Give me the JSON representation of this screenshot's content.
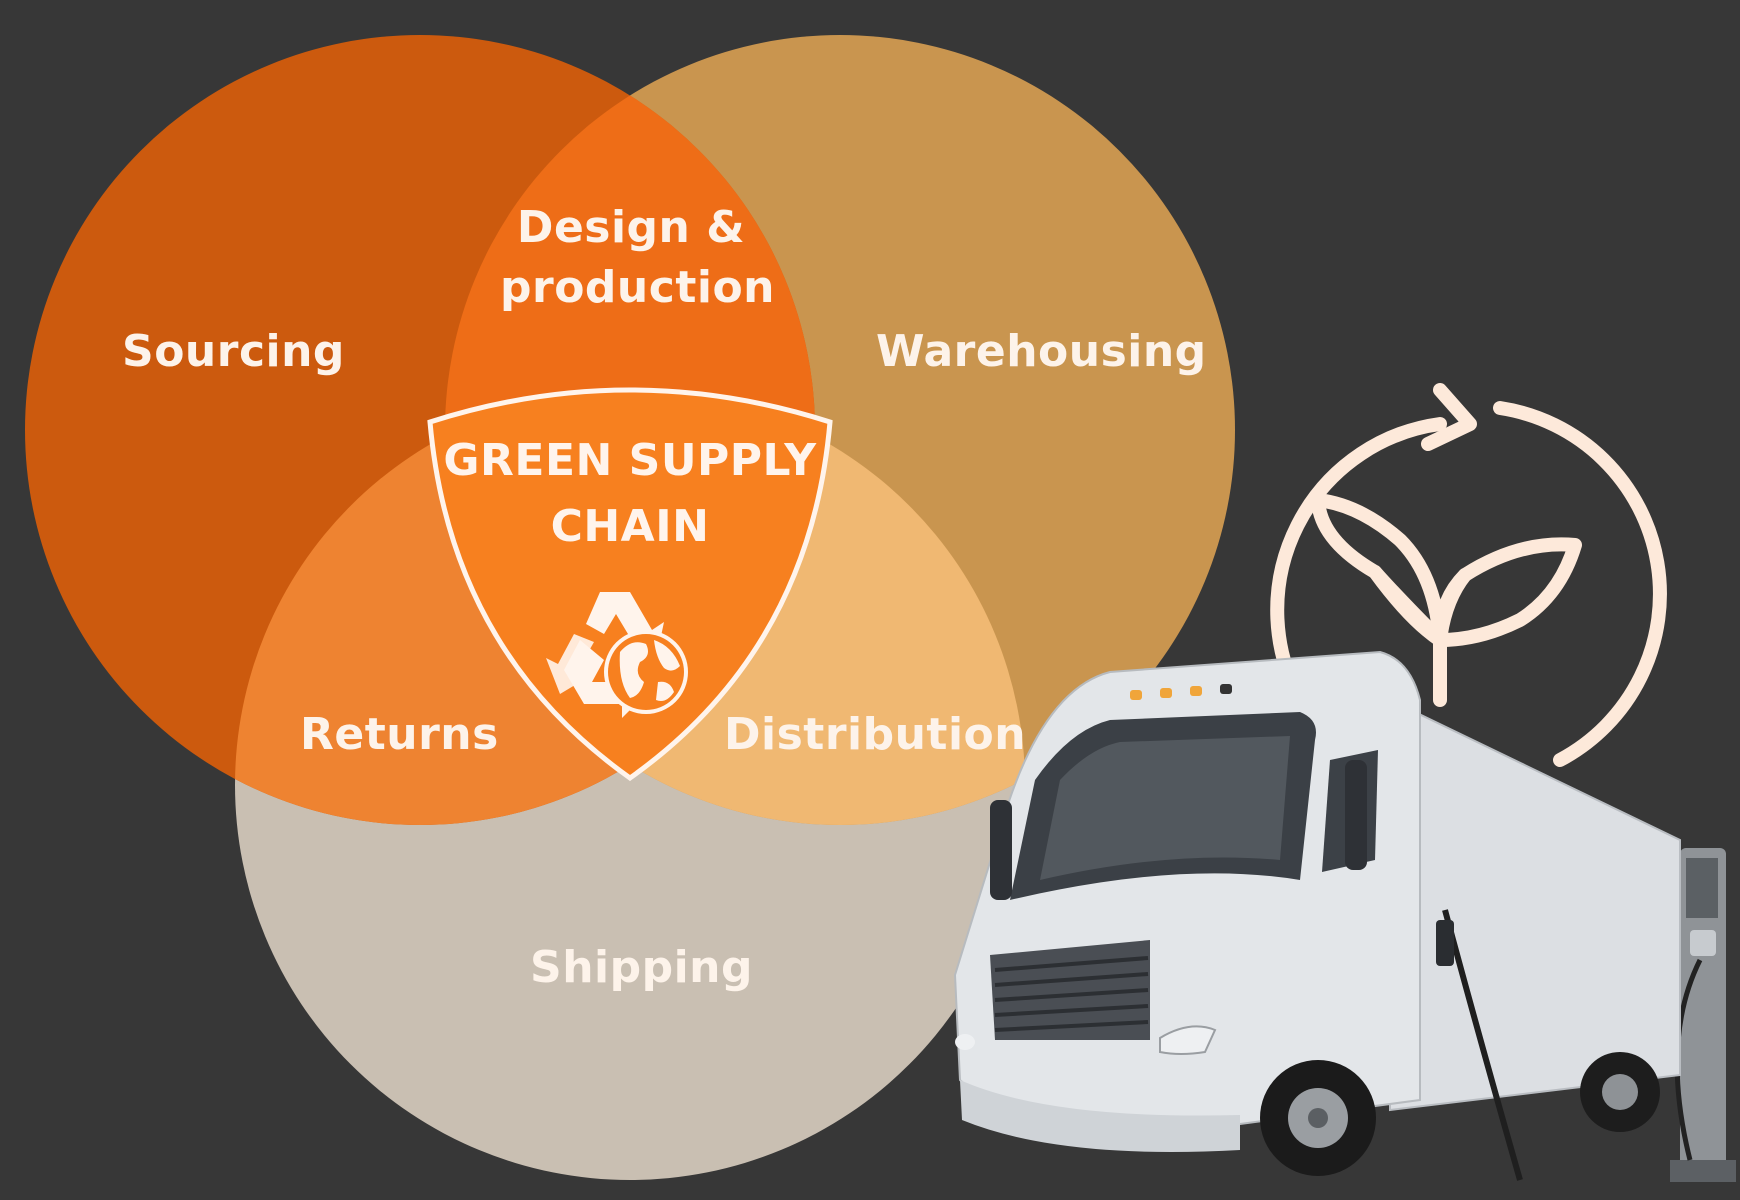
{
  "diagram": {
    "center": {
      "line1": "GREEN SUPPLY",
      "line2": "CHAIN"
    },
    "circles": {
      "sourcing": "Sourcing",
      "warehousing": "Warehousing",
      "shipping": "Shipping"
    },
    "overlaps": {
      "design": {
        "line1": "Design &",
        "line2": "production"
      },
      "returns": "Returns",
      "distribution": "Distribution"
    }
  },
  "colors": {
    "background": "#373737",
    "sourcing": "#cc5a0e",
    "warehousing": "#c9954f",
    "shipping": "#c9bfb2",
    "design_overlap": "#ee6d17",
    "returns_overlap": "#ee8331",
    "distribution_overlap": "#f0b872",
    "center": "#f7801f"
  },
  "icons": [
    "recycle-globe-icon",
    "eco-cycle-leaf-icon",
    "electric-truck-image",
    "charging-station-image"
  ]
}
